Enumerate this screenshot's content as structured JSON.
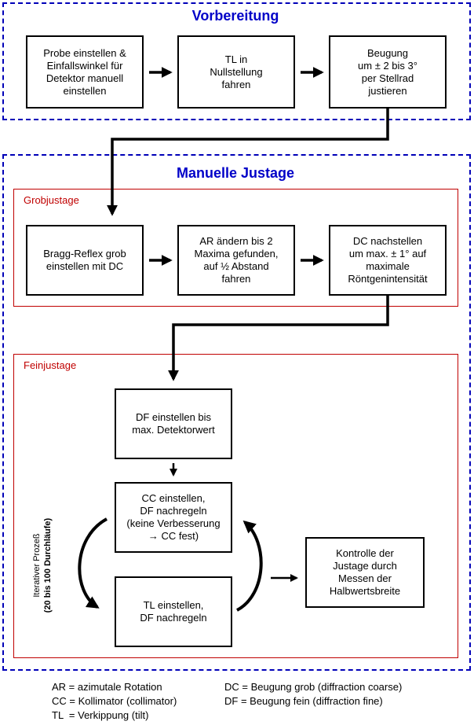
{
  "sections": {
    "vorbereitung": {
      "title": "Vorbereitung",
      "steps": [
        "Probe einstellen &\nEinfallswinkel für\nDetektor manuell\neinstellen",
        "TL in\nNullstellung\nfahren",
        "Beugung\num ± 2 bis 3°\nper Stellrad\njustieren"
      ]
    },
    "manuelle_justage": {
      "title": "Manuelle Justage",
      "grobjustage": {
        "title": "Grobjustage",
        "steps": [
          "Bragg-Reflex grob\neinstellen mit DC",
          "AR ändern bis 2\nMaxima gefunden,\nauf ½ Abstand\nfahren",
          "DC nachstellen\num max. ± 1° auf\nmaximale\nRöntgenintensität"
        ]
      },
      "feinjustage": {
        "title": "Feinjustage",
        "df_step": "DF einstellen bis\nmax. Detektorwert",
        "cc_step": "CC einstellen,\nDF nachregeln\n(keine Verbesserung\n→ CC fest)",
        "tl_step": "TL einstellen,\nDF nachregeln",
        "control_step": "Kontrolle der\nJustage durch\nMessen der\nHalbwertsbreite",
        "iteration_label": "Iterativer Prozeß",
        "iteration_count": "(20 bis 100 Durchläufe)"
      }
    }
  },
  "legend": [
    "AR = azimutale Rotation",
    "CC = Kollimator (collimator)",
    "TL  = Verkippung (tilt)",
    "DC = Beugung grob (diffraction coarse)",
    "DF = Beugung fein (diffraction fine)"
  ],
  "colors": {
    "section_frame": "#0000b8",
    "section_title": "#0000c8",
    "sub_frame": "#c00000",
    "arrows": "#000000"
  }
}
